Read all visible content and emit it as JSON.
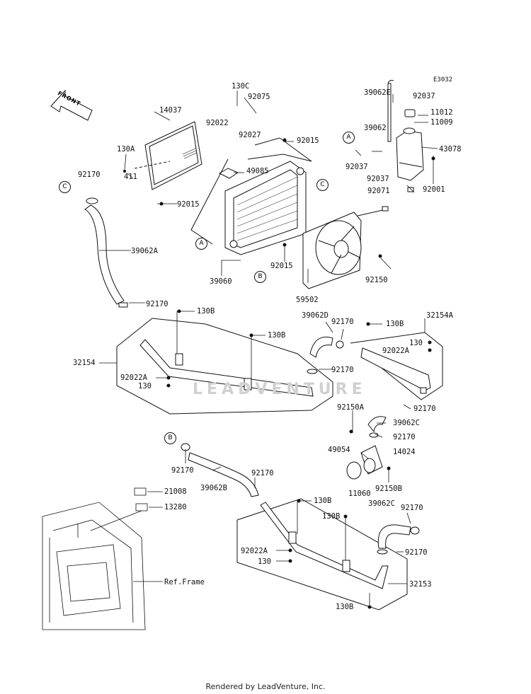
{
  "diagram_code": "E3032",
  "front_label": "FRONT",
  "watermark": "LEADVENTURE",
  "footer": "Rendered by LeadVenture, Inc.",
  "callouts": {
    "a": "A",
    "b": "B",
    "c": "C"
  },
  "part_labels": {
    "p14037": "14037",
    "p130c": "130C",
    "p92075": "92075",
    "p92022": "92022",
    "p92027": "92027",
    "p92015_top": "92015",
    "p130a": "130A",
    "p411": "411",
    "p92015_left": "92015",
    "p49085": "49085",
    "p39060": "39060",
    "p92015_mid": "92015",
    "p59502": "59502",
    "p92150": "92150",
    "p39062e": "39062E",
    "p92037_top": "92037",
    "p11012": "11012",
    "p11009": "11009",
    "p39062": "39062",
    "p43078": "43078",
    "p92037_l": "92037",
    "p92037_r": "92037",
    "p92071": "92071",
    "p92001": "92001",
    "p92170_c": "92170",
    "p39062a": "39062A",
    "p92170_a": "92170",
    "p130b_1": "130B",
    "p130b_2": "130B",
    "p32154": "32154",
    "p92022a_1": "92022A",
    "p130_1": "130",
    "p39062d": "39062D",
    "p92170_d1": "92170",
    "p32154a": "32154A",
    "p130b_3": "130B",
    "p130_2": "130",
    "p92022a_2": "92022A",
    "p92170_d2": "92170",
    "p92170_r1": "92170",
    "p92150a": "92150A",
    "p39062c_1": "39062C",
    "p92170_r2": "92170",
    "p49054": "49054",
    "p14024": "14024",
    "p11060": "11060",
    "p92150b": "92150B",
    "p92170_b": "92170",
    "p39062b": "39062B",
    "p92170_b2": "92170",
    "p21008": "21008",
    "p13280": "13280",
    "p130b_4": "130B",
    "p130b_5": "130B",
    "p39062c_2": "39062C",
    "p92170_l1": "92170",
    "p92170_l2": "92170",
    "p92022a_3": "92022A",
    "p130_3": "130",
    "p32153": "32153",
    "p130b_6": "130B",
    "ref_frame": "Ref.Frame"
  }
}
